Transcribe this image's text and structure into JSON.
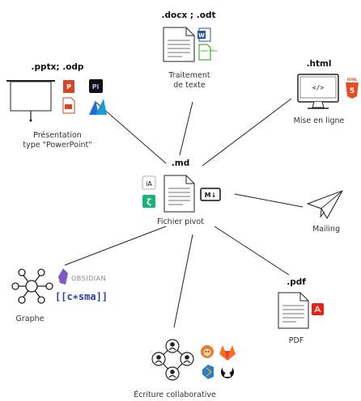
{
  "center": {
    "ext": ".md",
    "label": "Fichier pivot",
    "icon": "markdown-icon"
  },
  "nodes": {
    "word": {
      "ext": ".docx ; .odt",
      "label_line1": "Traitement",
      "label_line2": "de texte"
    },
    "html": {
      "ext": ".html",
      "label": "Mise en ligne",
      "badge_text": "HTML",
      "badge_number": "5"
    },
    "pres": {
      "ext": ".pptx; .odp",
      "label_line1": "Présentation",
      "label_line2": "type \"PowerPoint\""
    },
    "mail": {
      "label": "Mailing"
    },
    "graph": {
      "label": "Graphe",
      "obsidian_text": "OBSIDIAN",
      "cosma_text": "[[c∗sma]]"
    },
    "pdf": {
      "ext": ".pdf",
      "label": "PDF"
    },
    "collab": {
      "label": "Écriture collaborative"
    }
  },
  "icon_text": {
    "word_badge": "W",
    "libre_badge": "Libre Office",
    "ia_badge": "iA",
    "zettlr_badge": "ζ",
    "md_badge": "M↓",
    "ppt_badge": "P",
    "pitch_badge": "Pi",
    "code_glyph": "</>"
  },
  "colors": {
    "line": "#222222",
    "word_blue": "#2b579a",
    "libre_green": "#18a303",
    "ppt_orange": "#d24726",
    "html_orange": "#e44d26",
    "pdf_red": "#e2231a",
    "zettlr_green": "#1cb27e",
    "obsidian_purple": "#7c5cc4",
    "cosma_blue": "#2b3ea0",
    "gitlab_orange": "#fc6d26",
    "mail_gray": "#333333"
  }
}
